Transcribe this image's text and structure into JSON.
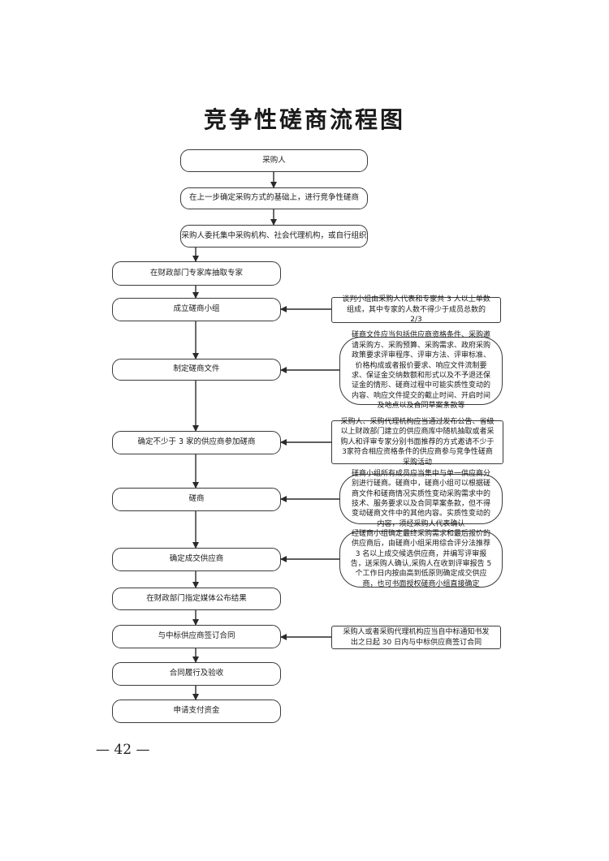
{
  "title": "竞争性磋商流程图",
  "steps": [
    "采购人",
    "在上一步确定采购方式的基础上，进行竞争性磋商",
    "采购人委托集中采购机构、社会代理机构，或自行组织",
    "在财政部门专家库抽取专家",
    "成立磋商小组",
    "制定磋商文件",
    "确定不少于 3 家的供应商参加磋商",
    "磋商",
    "确定成交供应商",
    "在财政部门指定媒体公布结果",
    "与中标供应商签订合同",
    "合同履行及验收",
    "申请支付资金"
  ],
  "notes": [
    "谈判小组由采购人代表和专家共 3 人以上单数组成，其中专家的人数不得少于成员总数的 2/3",
    "磋商文件应当包括供应商资格条件、采购邀请采购方、采购预算、采购需求、政府采购政策要求评审程序、评审方法、评审标准、价格构成或者报价要求、响应文件流制要求、保证金交纳数额和形式以及不予退还保证金的情形、磋商过程中可能实质性变动的内容、响应文件提交的截止时间、开启时间及地点以及合同草案条款等",
    "采购人、采购代理机构应当通过发布公告、省级以上财政部门建立的供应商库中随机抽取或者采购人和评审专家分别书面推荐的方式邀请不少于3家符合相应资格条件的供应商参与竞争性磋商采购活动",
    "磋商小组所有成员应当集中与单一供应商分别进行磋商。磋商中，磋商小组可以根据磋商文件和磋商情况实质性变动采购需求中的技术、服务要求以及合同草案条款，但不得变动磋商文件中的其他内容。实质性变动的内容，须经采购人代表确认",
    "经磋商小组确定最终采购需求和最后报价的供应商后，由磋商小组采用综合评分法推荐 3 名以上成交候选供应商，并编写评审报告，送采购人确认,采购人在收到评审报告 5 个工作日内按由高到低原则确定成交供应商，也可书面授权磋商小组直接确定",
    "采购人或者采购代理机构应当自中标通知书发出之日起 30 日内与中标供应商签订合同"
  ],
  "page_number": "— 42 —"
}
